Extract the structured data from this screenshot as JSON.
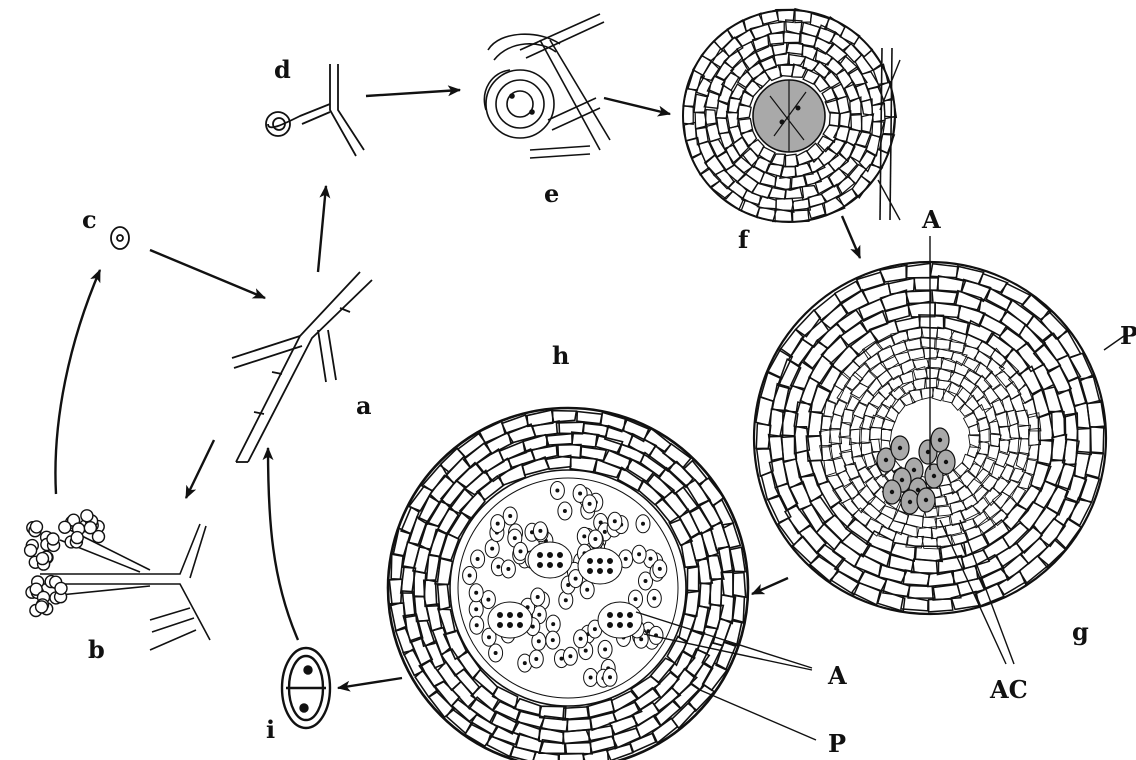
{
  "figure": {
    "stage_labels": {
      "a": "a",
      "b": "b",
      "c": "c",
      "d": "d",
      "e": "e",
      "f": "f",
      "g": "g",
      "h": "h",
      "i": "i"
    },
    "structure_labels": {
      "g_A": "A",
      "g_P": "P",
      "g_AC": "AC",
      "h_A": "A",
      "h_P": "P"
    },
    "colors": {
      "ink": "#111111",
      "shade": "#a9a9a9",
      "paper": "#ffffff"
    }
  }
}
